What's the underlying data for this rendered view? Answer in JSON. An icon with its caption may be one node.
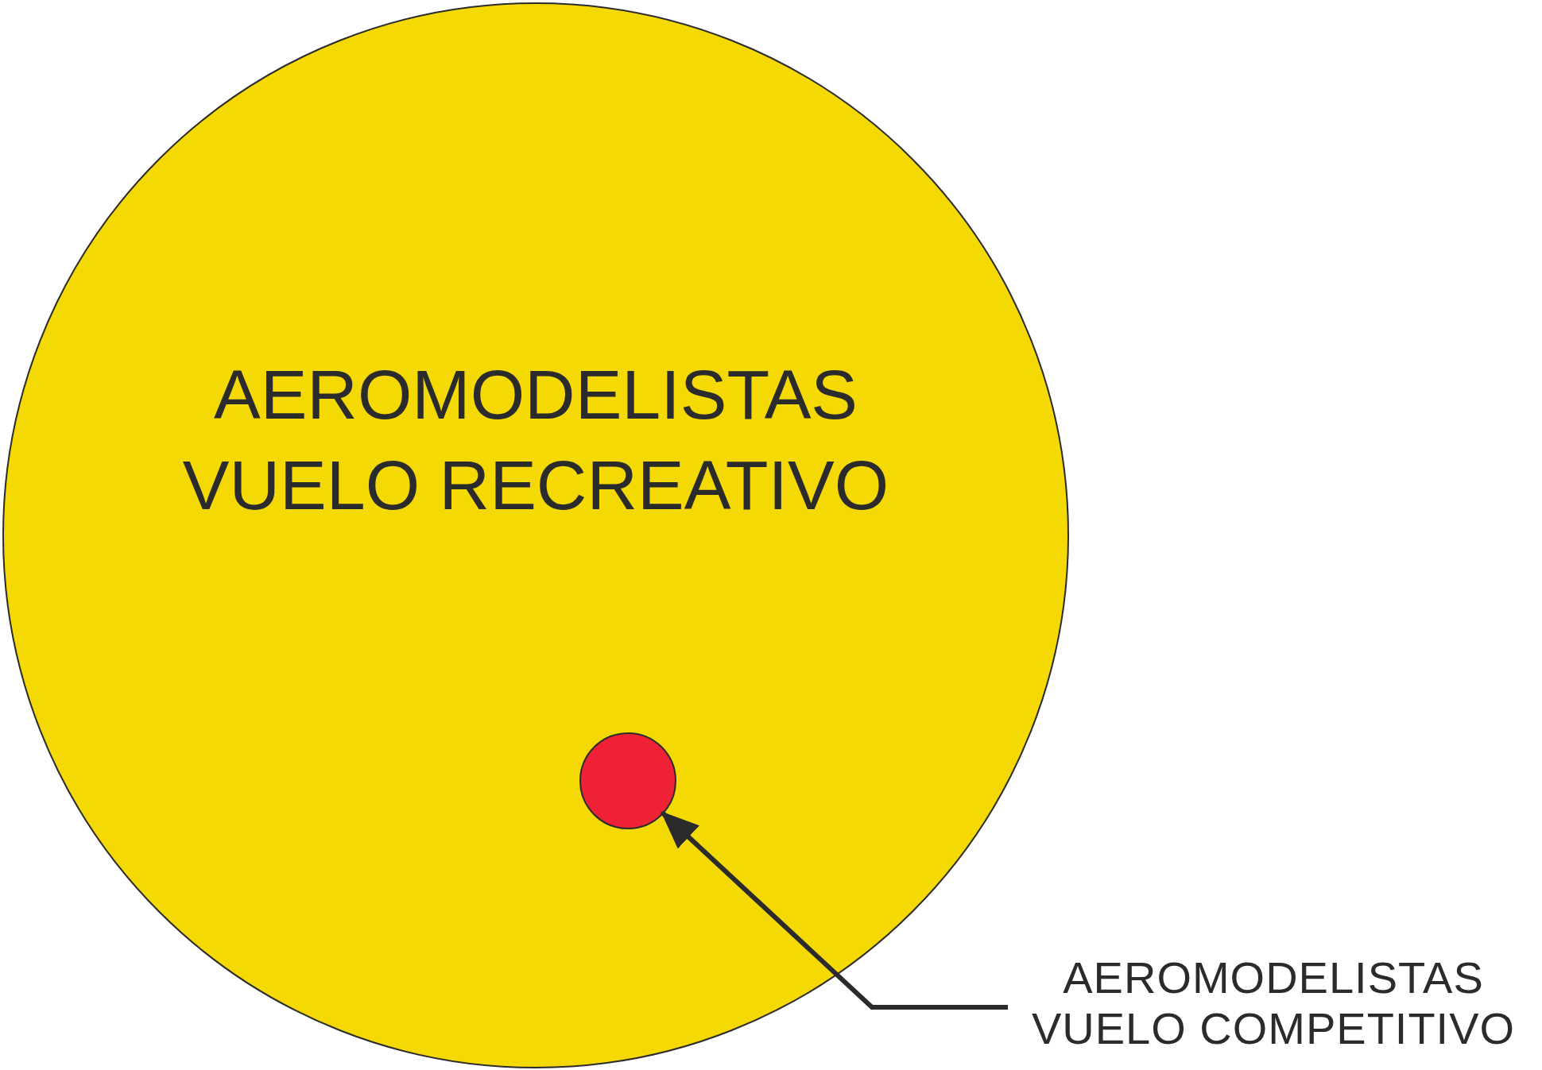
{
  "diagram": {
    "nodes": [
      {
        "text": [
          "AEROMODELISTAS VUELO RECREATIVO"
        ]
      },
      {
        "text": [],
        "shape": "circle",
        "in": 0
      },
      {
        "text": [
          "AEROMODELISTAS VUELO COMPETITIVO"
        ]
      }
    ],
    "edges": [
      {
        "from": 2,
        "to": 1,
        "arrow": "to"
      }
    ]
  }
}
